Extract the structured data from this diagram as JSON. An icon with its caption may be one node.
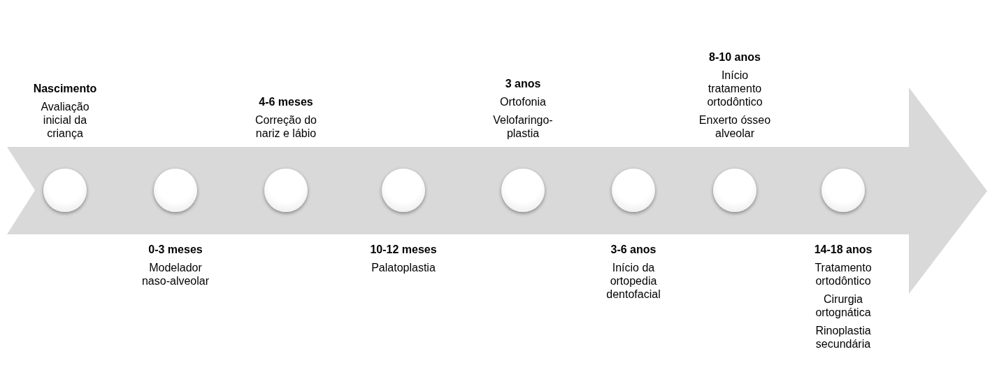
{
  "diagram": {
    "nodes": [
      {
        "text": [],
        "shape": "arrow"
      },
      {
        "text": [],
        "shape": "circle",
        "in": 0,
        "beside": [
          "Nascimento",
          "Avaliação inicial da criança"
        ]
      },
      {
        "text": [],
        "shape": "circle",
        "in": 0,
        "beside": [
          "0-3 meses",
          "Modelador naso-alveolar"
        ]
      },
      {
        "text": [],
        "shape": "circle",
        "in": 0,
        "beside": [
          "4-6 meses",
          "Correção do nariz e lábio"
        ]
      },
      {
        "text": [],
        "shape": "circle",
        "in": 0,
        "beside": [
          "10-12 meses",
          "Palatoplastia"
        ]
      },
      {
        "text": [],
        "shape": "circle",
        "in": 0,
        "beside": [
          "3 anos",
          "Ortofonia",
          "Velofaringo-plastia"
        ]
      },
      {
        "text": [],
        "shape": "circle",
        "in": 0,
        "beside": [
          "3-6 anos",
          "Início da ortopedia dentofacial"
        ]
      },
      {
        "text": [],
        "shape": "circle",
        "in": 0,
        "beside": [
          "8-10 anos",
          "Início tratamento ortodôntico",
          "Enxerto ósseo alveolar"
        ]
      },
      {
        "text": [],
        "shape": "circle",
        "in": 0,
        "beside": [
          "14-18 anos",
          "Tratamento ortodôntico",
          "Cirurgia ortognática",
          "Rinoplastia secundária"
        ]
      }
    ],
    "edges": []
  }
}
